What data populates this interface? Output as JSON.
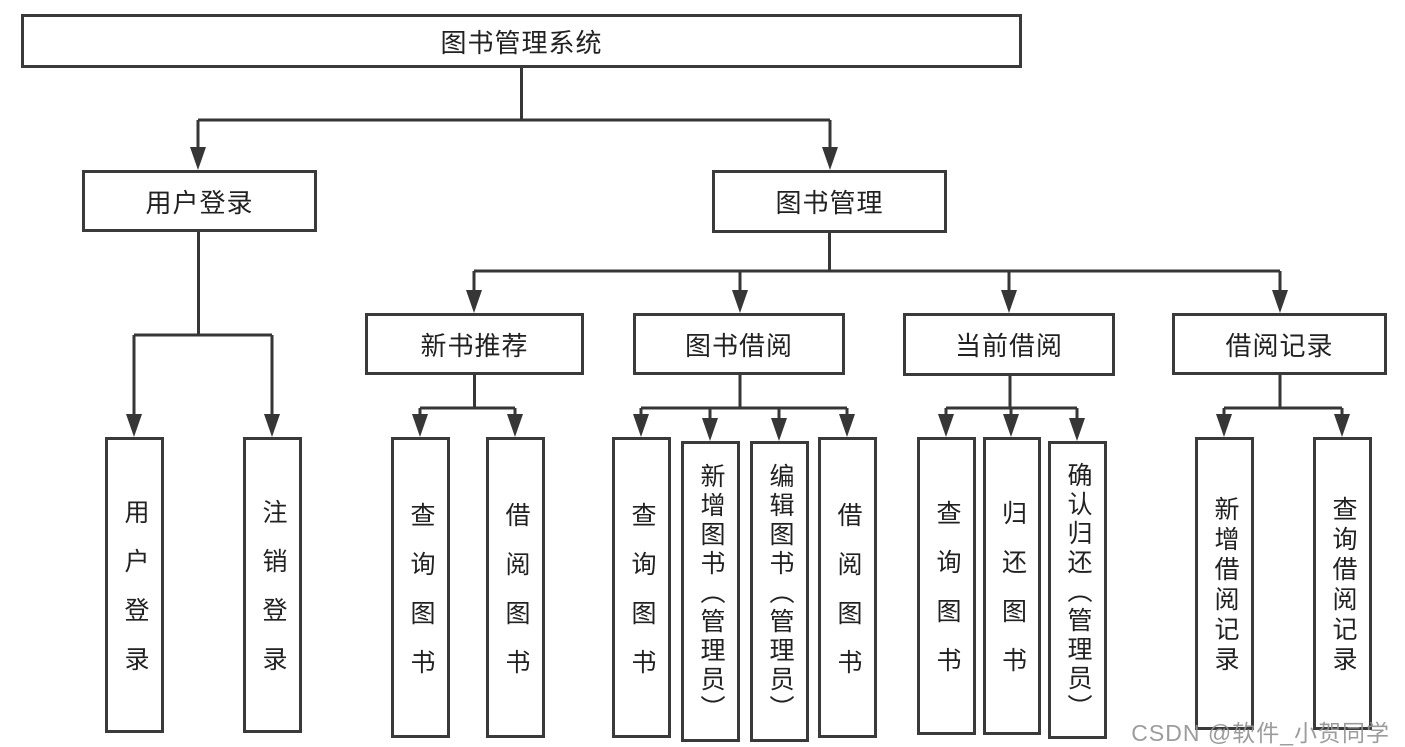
{
  "colors": {
    "background": "#ffffff",
    "line": "#363636",
    "box_border": "#3a3a3a",
    "text": "#212121",
    "watermark": "#949494"
  },
  "tree": {
    "label": "图书管理系统",
    "children": [
      {
        "label": "用户登录",
        "children": [
          {
            "label": "用户登录"
          },
          {
            "label": "注销登录"
          }
        ]
      },
      {
        "label": "图书管理",
        "children": [
          {
            "label": "新书推荐",
            "children": [
              {
                "label": "查询图书"
              },
              {
                "label": "借阅图书"
              }
            ]
          },
          {
            "label": "图书借阅",
            "children": [
              {
                "label": "查询图书"
              },
              {
                "label": "新增图书（管理员）"
              },
              {
                "label": "编辑图书（管理员）"
              },
              {
                "label": "借阅图书"
              }
            ]
          },
          {
            "label": "当前借阅",
            "children": [
              {
                "label": "查询图书"
              },
              {
                "label": "归还图书"
              },
              {
                "label": "确认归还（管理员）"
              }
            ]
          },
          {
            "label": "借阅记录",
            "children": [
              {
                "label": "新增借阅记录"
              },
              {
                "label": "查询借阅记录"
              }
            ]
          }
        ]
      }
    ]
  },
  "watermark": {
    "text": "CSDN @软件_小贺同学"
  }
}
